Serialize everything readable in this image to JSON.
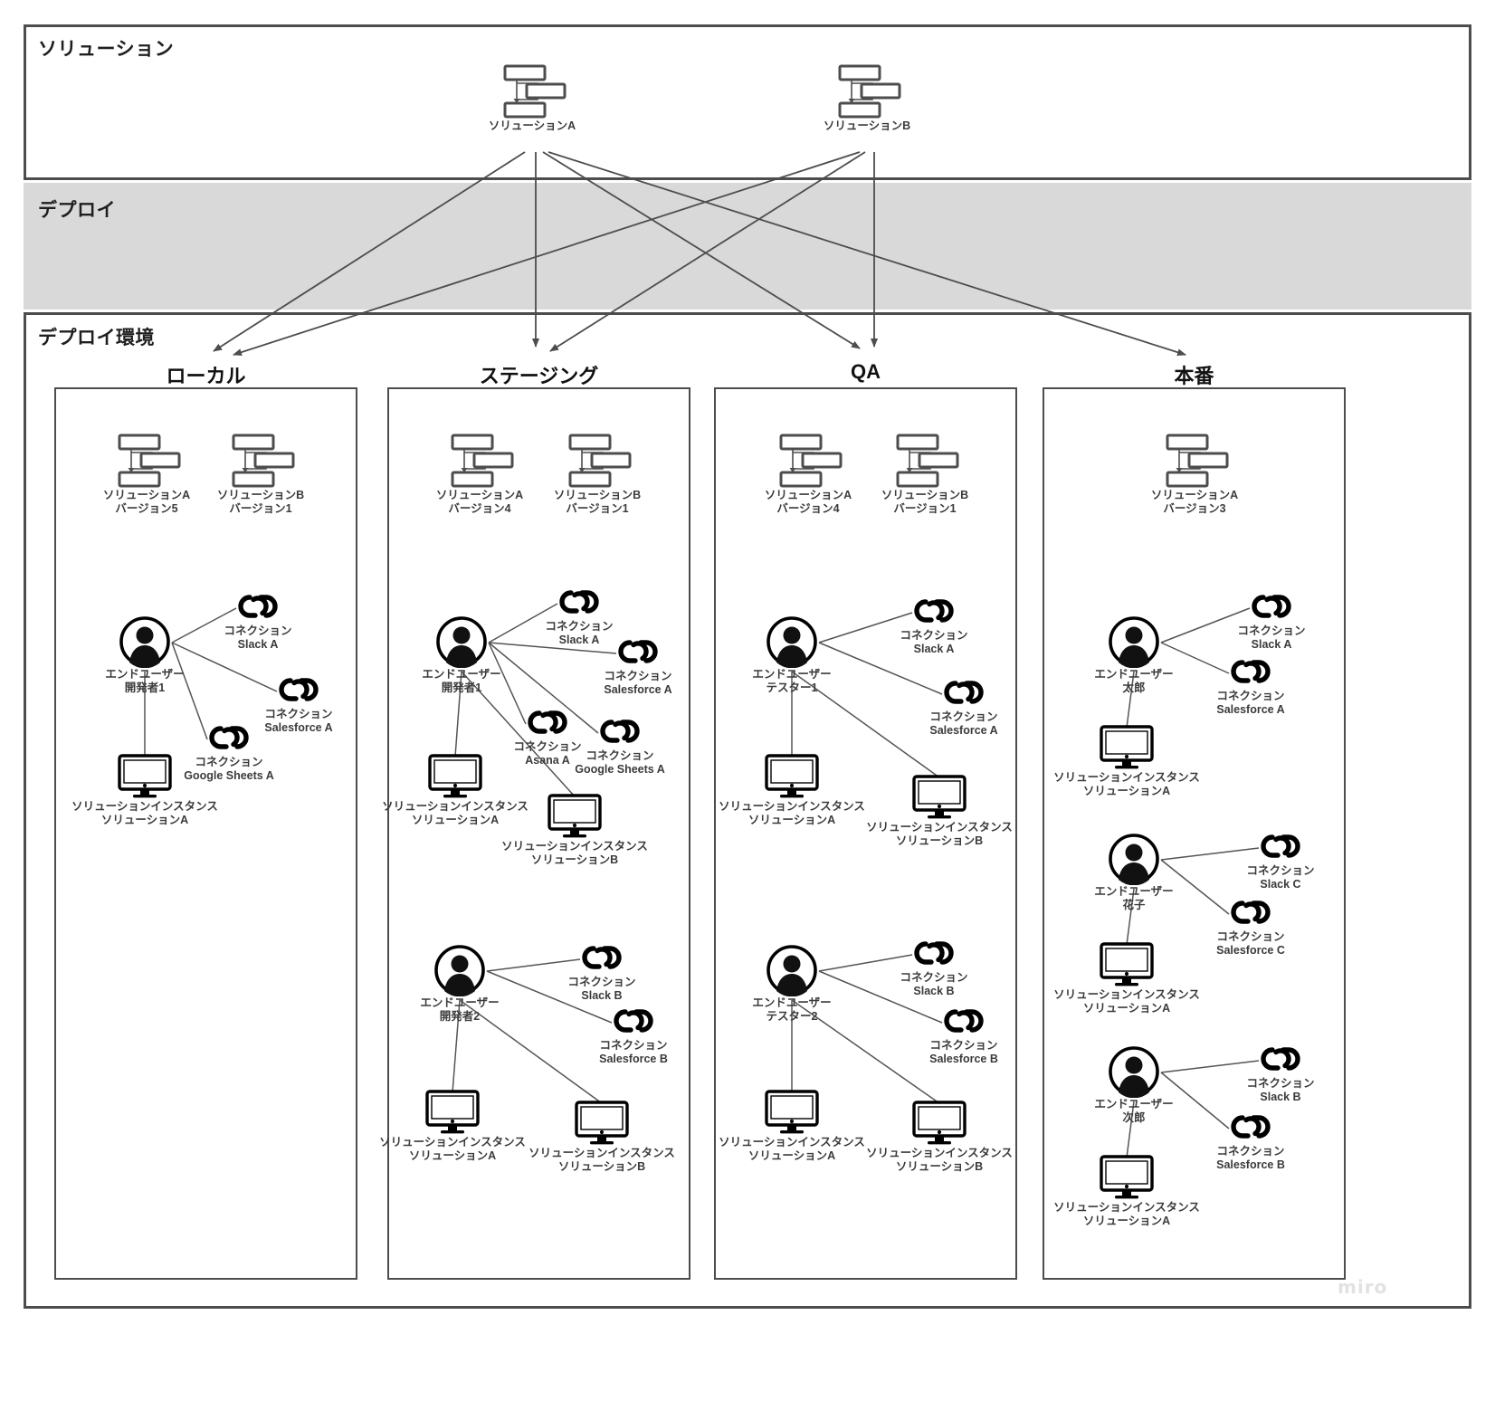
{
  "lanes": {
    "solution": "ソリューション",
    "deploy": "デプロイ",
    "environment": "デプロイ環境"
  },
  "watermark": "miro",
  "solutions": [
    {
      "name": "ソリューションA",
      "icon": "solution-icon"
    },
    {
      "name": "ソリューションB",
      "icon": "solution-icon"
    }
  ],
  "environments": [
    {
      "key": "local",
      "label": "ローカル",
      "deployed": [
        {
          "name": "ソリューションA",
          "version": "バージョン5"
        },
        {
          "name": "ソリューションB",
          "version": "バージョン1"
        }
      ],
      "users": [
        {
          "role": "エンドユーザー",
          "name": "開発者1",
          "connections": [
            {
              "kind": "コネクション",
              "target": "Slack A"
            },
            {
              "kind": "コネクション",
              "target": "Salesforce A"
            },
            {
              "kind": "コネクション",
              "target": "Google Sheets A"
            }
          ],
          "instances": [
            {
              "kind": "ソリューションインスタンス",
              "target": "ソリューションA"
            }
          ]
        }
      ]
    },
    {
      "key": "staging",
      "label": "ステージング",
      "deployed": [
        {
          "name": "ソリューションA",
          "version": "バージョン4"
        },
        {
          "name": "ソリューションB",
          "version": "バージョン1"
        }
      ],
      "users": [
        {
          "role": "エンドユーザー",
          "name": "開発者1",
          "connections": [
            {
              "kind": "コネクション",
              "target": "Slack A"
            },
            {
              "kind": "コネクション",
              "target": "Salesforce A"
            },
            {
              "kind": "コネクション",
              "target": "Asana A"
            },
            {
              "kind": "コネクション",
              "target": "Google Sheets A"
            }
          ],
          "instances": [
            {
              "kind": "ソリューションインスタンス",
              "target": "ソリューションA"
            },
            {
              "kind": "ソリューションインスタンス",
              "target": "ソリューションB"
            }
          ]
        },
        {
          "role": "エンドユーザー",
          "name": "開発者2",
          "connections": [
            {
              "kind": "コネクション",
              "target": "Slack B"
            },
            {
              "kind": "コネクション",
              "target": "Salesforce B"
            }
          ],
          "instances": [
            {
              "kind": "ソリューションインスタンス",
              "target": "ソリューションA"
            },
            {
              "kind": "ソリューションインスタンス",
              "target": "ソリューションB"
            }
          ]
        }
      ]
    },
    {
      "key": "qa",
      "label": "QA",
      "deployed": [
        {
          "name": "ソリューションA",
          "version": "バージョン4"
        },
        {
          "name": "ソリューションB",
          "version": "バージョン1"
        }
      ],
      "users": [
        {
          "role": "エンドユーザー",
          "name": "テスター1",
          "connections": [
            {
              "kind": "コネクション",
              "target": "Slack A"
            },
            {
              "kind": "コネクション",
              "target": "Salesforce A"
            }
          ],
          "instances": [
            {
              "kind": "ソリューションインスタンス",
              "target": "ソリューションA"
            },
            {
              "kind": "ソリューションインスタンス",
              "target": "ソリューションB"
            }
          ]
        },
        {
          "role": "エンドユーザー",
          "name": "テスター2",
          "connections": [
            {
              "kind": "コネクション",
              "target": "Slack B"
            },
            {
              "kind": "コネクション",
              "target": "Salesforce B"
            }
          ],
          "instances": [
            {
              "kind": "ソリューションインスタンス",
              "target": "ソリューションA"
            },
            {
              "kind": "ソリューションインスタンス",
              "target": "ソリューションB"
            }
          ]
        }
      ]
    },
    {
      "key": "prod",
      "label": "本番",
      "deployed": [
        {
          "name": "ソリューションA",
          "version": "バージョン3"
        }
      ],
      "users": [
        {
          "role": "エンドユーザー",
          "name": "太郎",
          "connections": [
            {
              "kind": "コネクション",
              "target": "Slack A"
            },
            {
              "kind": "コネクション",
              "target": "Salesforce A"
            }
          ],
          "instances": [
            {
              "kind": "ソリューションインスタンス",
              "target": "ソリューションA"
            }
          ]
        },
        {
          "role": "エンドユーザー",
          "name": "花子",
          "connections": [
            {
              "kind": "コネクション",
              "target": "Slack C"
            },
            {
              "kind": "コネクション",
              "target": "Salesforce C"
            }
          ],
          "instances": [
            {
              "kind": "ソリューションインスタンス",
              "target": "ソリューションA"
            }
          ]
        },
        {
          "role": "エンドユーザー",
          "name": "次郎",
          "connections": [
            {
              "kind": "コネクション",
              "target": "Slack B"
            },
            {
              "kind": "コネクション",
              "target": "Salesforce B"
            }
          ],
          "instances": [
            {
              "kind": "ソリューションインスタンス",
              "target": "ソリューションA"
            }
          ]
        }
      ]
    }
  ],
  "colors": {
    "stroke": "#4d4d4d",
    "deploy_band": "#d9d9d9",
    "text": "#3b3b3b",
    "watermark": "#e2e2e2"
  }
}
